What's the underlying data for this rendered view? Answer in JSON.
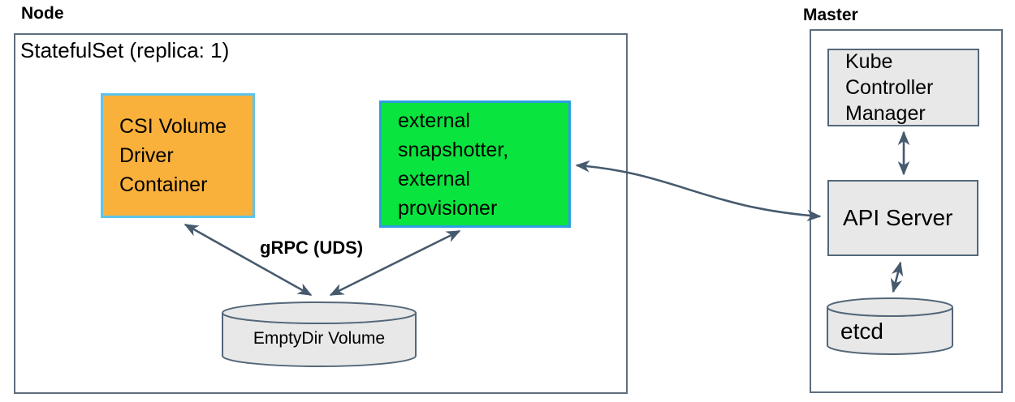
{
  "colors": {
    "arrow": "#465a6e",
    "inner_border": "#54677a",
    "outer_border": "#5e6e7d",
    "gray_fill": "#e8e8e8",
    "orange_fill": "#f9b13c",
    "orange_border": "#5fc3ea",
    "green_fill": "#0ae43e",
    "green_border": "#2d9ee2",
    "text": "#000000"
  },
  "node": {
    "title": "Node",
    "statefulset_label": "StatefulSet (replica: 1)",
    "csi_driver_label": "CSI Volume\nDriver\nContainer",
    "sidecars_label": "external\nsnapshotter,\nexternal\nprovisioner",
    "grpc_label": "gRPC (UDS)",
    "emptydir_label": "EmptyDir Volume"
  },
  "master": {
    "title": "Master",
    "kube_controller_manager_label": "Kube\nController\nManager",
    "api_server_label": "API Server",
    "etcd_label": "etcd"
  }
}
